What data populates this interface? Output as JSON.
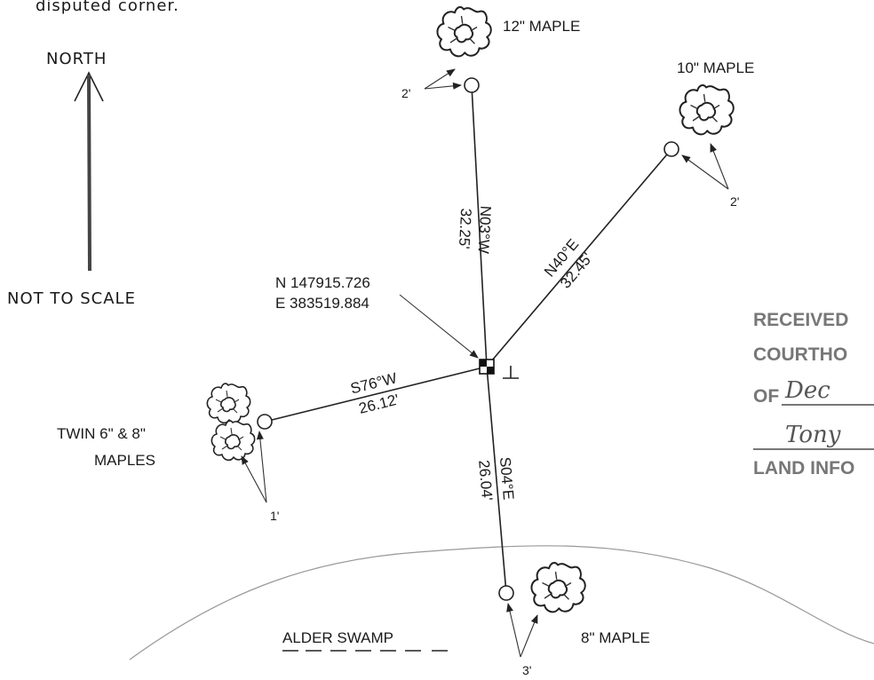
{
  "header_fragment": "disputed corner.",
  "north_label": "NORTH",
  "scale_note": "NOT TO SCALE",
  "corner": {
    "northing": "N 147915.726",
    "easting": "E 383519.884"
  },
  "bearings": {
    "north": {
      "bearing": "N03°W",
      "distance": "32.25'"
    },
    "northeast": {
      "bearing": "N40°E",
      "distance": "32.45'"
    },
    "west": {
      "bearing": "S76°W",
      "distance": "26.12'"
    },
    "south": {
      "bearing": "S04°E",
      "distance": "26.04'"
    }
  },
  "trees": {
    "north": {
      "label": "12\" MAPLE",
      "offset": "2'"
    },
    "northeast": {
      "label": "10\" MAPLE",
      "offset": "2'"
    },
    "west": {
      "label_line1": "TWIN 6\" & 8\"",
      "label_line2": "MAPLES",
      "offset": "1'"
    },
    "south": {
      "label": "8\" MAPLE",
      "offset": "3'"
    }
  },
  "swamp_label": "ALDER SWAMP",
  "stamp": {
    "line1": "RECEIVED",
    "line2": "COURTHO",
    "line3_prefix": "OF",
    "signature1": "Dec",
    "signature2": "Tony",
    "line4": "LAND INFO"
  }
}
